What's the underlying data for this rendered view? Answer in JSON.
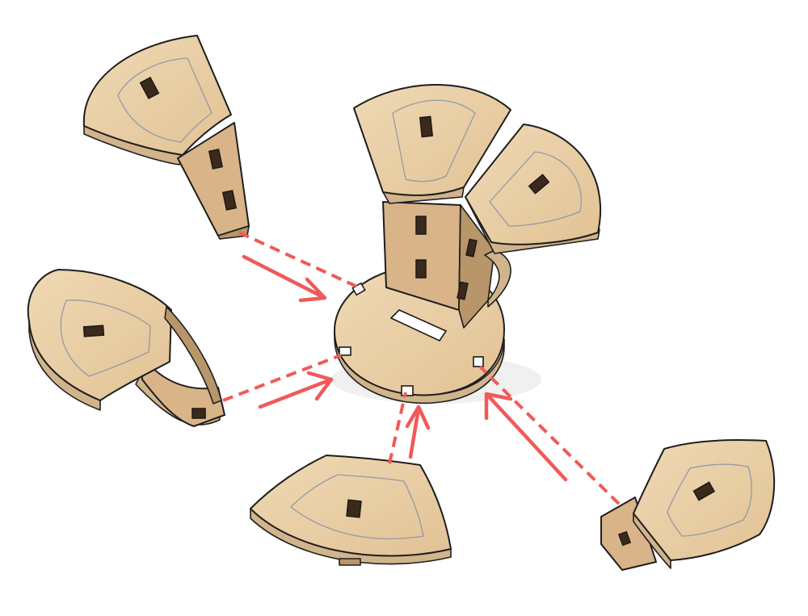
{
  "colors": {
    "wood_light": "#ecd3ad",
    "wood_mid": "#e2c294",
    "wood_edge": "#d2b48c",
    "outline": "#1e1e1e",
    "engrave_line": "#8a95a3",
    "arrow": "#f05a5a",
    "background": "#ffffff"
  },
  "icons": {
    "center_part": "assembled-stool-base-icon",
    "parts": "plywood-leg-panel-icon",
    "guides": "dashed-guide-line-icon",
    "arrows": "assembly-direction-arrow-icon"
  },
  "parts": [
    {
      "id": "top-left"
    },
    {
      "id": "left"
    },
    {
      "id": "bottom"
    },
    {
      "id": "bottom-right"
    }
  ]
}
